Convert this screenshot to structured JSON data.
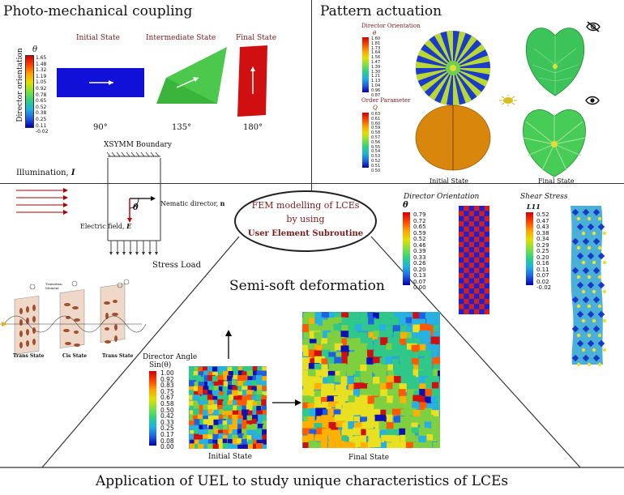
{
  "sections": {
    "photo_mech": "Photo-mechanical coupling",
    "pattern": "Pattern actuation",
    "semi_soft": "Semi-soft deformation",
    "bottom": "Application of UEL to study unique characteristics of LCEs"
  },
  "center": {
    "line1": "FEM modelling of LCEs",
    "line2": "by using",
    "line3": "User Element Subroutine"
  },
  "photo": {
    "theta": "θ",
    "ylabel": "Director orientation",
    "cbar": [
      "1.65",
      "1.48",
      "1.32",
      "1.19",
      "1.05",
      "0.92",
      "0.78",
      "0.65",
      "0.52",
      "0.38",
      "0.25",
      "0.11",
      "-0.02"
    ],
    "states": [
      "Initial State",
      "Intermediate State",
      "Final State"
    ],
    "angles": [
      "90°",
      "135°",
      "180°"
    ],
    "xsymm": "XSYMM Boundary",
    "illum": "Illumination,",
    "illum_sym": "I",
    "nematic": "Nematic director,",
    "nematic_sym": "n",
    "efield": "Electric field,",
    "efield_sym": "E",
    "stress": "Stress Load",
    "theta_sym": "θ",
    "phase_labels": [
      "Trans State",
      "Cis State",
      "Trans State"
    ],
    "phase_tops": [
      "Transition Moment"
    ]
  },
  "pattern": {
    "dir_title": "Director Orientation",
    "dir_sym": "θ",
    "dir_cbar": [
      "1.60",
      "1.81",
      "1.73",
      "1.64",
      "1.56",
      "1.47",
      "1.39",
      "1.30",
      "1.21",
      "1.13",
      "1.04",
      "0.96",
      "0.87"
    ],
    "op_title": "Order Parameter",
    "op_sym": "Q",
    "op_cbar": [
      "0.63",
      "0.61",
      "0.60",
      "0.59",
      "0.58",
      "0.57",
      "0.56",
      "0.55",
      "0.54",
      "0.53",
      "0.52",
      "0.51",
      "0.50"
    ],
    "initial": "Initial State",
    "final": "Final State"
  },
  "checker": {
    "dir_title": "Director Orientation",
    "dir_sym": "θ",
    "dir_cbar": [
      "0.79",
      "0.72",
      "0.65",
      "0.59",
      "0.52",
      "0.46",
      "0.39",
      "0.33",
      "0.26",
      "0.20",
      "0.13",
      "0.07",
      "0.00"
    ],
    "shear_title": "Shear Stress",
    "shear_sym": "L11",
    "shear_cbar": [
      "0.52",
      "0.47",
      "0.43",
      "0.38",
      "0.34",
      "0.29",
      "0.25",
      "0.20",
      "0.16",
      "0.11",
      "0.07",
      "0.02",
      "-0.02"
    ]
  },
  "semi": {
    "title": "Director Angle",
    "sym": "Sin(θ)",
    "cbar": [
      "1.00",
      "0.92",
      "0.83",
      "0.75",
      "0.67",
      "0.58",
      "0.50",
      "0.42",
      "0.33",
      "0.25",
      "0.17",
      "0.08",
      "0.00"
    ],
    "initial": "Initial State",
    "final": "Final State"
  },
  "colors": {
    "divider": "#333333",
    "blue_state": "#1010d8",
    "green_state": "#40c040",
    "red_state": "#d01010",
    "checker_red": "#d02020",
    "checker_blue": "#2020d0",
    "orange_disk": "#d8860c"
  }
}
